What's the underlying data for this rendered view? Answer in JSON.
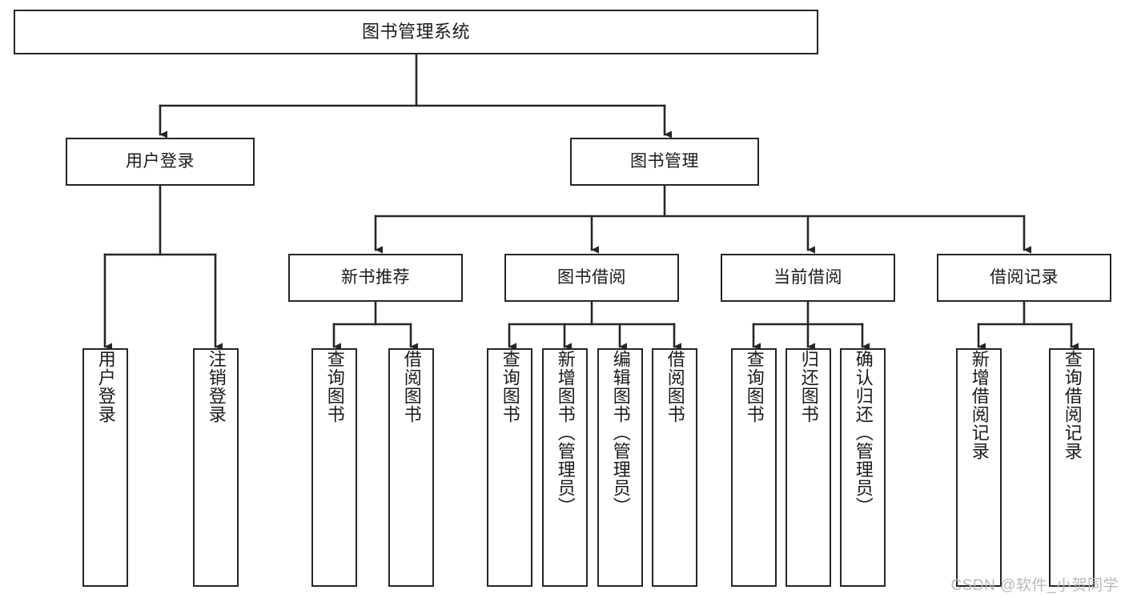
{
  "diagram": {
    "type": "tree",
    "title": "图书管理系统",
    "orientation": "top-down",
    "colors": {
      "node_border": "#262626",
      "node_fill": "#ffffff",
      "edge": "#262626",
      "text": "#1a1a1a",
      "watermark": "#b9b9b9",
      "background": "#ffffff"
    },
    "root": {
      "label": "图书管理系统"
    },
    "level2": [
      {
        "label": "用户登录"
      },
      {
        "label": "图书管理"
      }
    ],
    "level3": [
      {
        "label": "新书推荐"
      },
      {
        "label": "图书借阅"
      },
      {
        "label": "当前借阅"
      },
      {
        "label": "借阅记录"
      }
    ],
    "leaves": {
      "user_login": [
        {
          "label": "用户登录"
        },
        {
          "label": "注销登录"
        }
      ],
      "new_book_recommend": [
        {
          "label": "查询图书"
        },
        {
          "label": "借阅图书"
        }
      ],
      "book_borrow": [
        {
          "label": "查询图书"
        },
        {
          "label": "新增图书（管理员）"
        },
        {
          "label": "编辑图书（管理员）"
        },
        {
          "label": "借阅图书"
        }
      ],
      "current_borrow": [
        {
          "label": "查询图书"
        },
        {
          "label": "归还图书"
        },
        {
          "label": "确认归还（管理员）"
        }
      ],
      "borrow_record": [
        {
          "label": "新增借阅记录"
        },
        {
          "label": "查询借阅记录"
        }
      ]
    },
    "edges": [
      {
        "from": "图书管理系统",
        "to": "用户登录"
      },
      {
        "from": "图书管理系统",
        "to": "图书管理"
      },
      {
        "from": "图书管理",
        "to": "新书推荐"
      },
      {
        "from": "图书管理",
        "to": "图书借阅"
      },
      {
        "from": "图书管理",
        "to": "当前借阅"
      },
      {
        "from": "图书管理",
        "to": "借阅记录"
      },
      {
        "from": "用户登录",
        "to": "用户登录"
      },
      {
        "from": "用户登录",
        "to": "注销登录"
      },
      {
        "from": "新书推荐",
        "to": "查询图书"
      },
      {
        "from": "新书推荐",
        "to": "借阅图书"
      },
      {
        "from": "图书借阅",
        "to": "查询图书"
      },
      {
        "from": "图书借阅",
        "to": "新增图书（管理员）"
      },
      {
        "from": "图书借阅",
        "to": "编辑图书（管理员）"
      },
      {
        "from": "图书借阅",
        "to": "借阅图书"
      },
      {
        "from": "当前借阅",
        "to": "查询图书"
      },
      {
        "from": "当前借阅",
        "to": "归还图书"
      },
      {
        "from": "当前借阅",
        "to": "确认归还（管理员）"
      },
      {
        "from": "借阅记录",
        "to": "新增借阅记录"
      },
      {
        "from": "借阅记录",
        "to": "查询借阅记录"
      }
    ]
  },
  "watermark": {
    "text": "CSDN @软件_小贺同学"
  }
}
